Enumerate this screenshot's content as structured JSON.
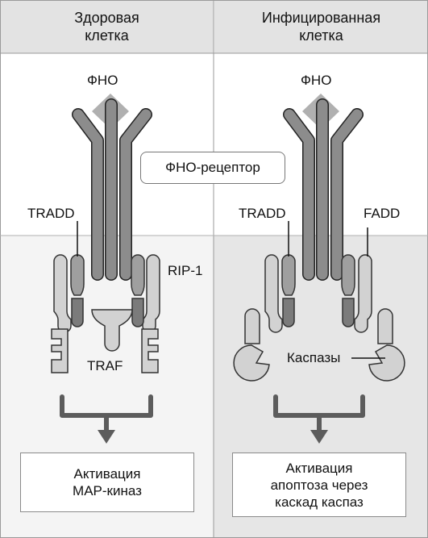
{
  "panels": {
    "healthy": {
      "title": "Здоровая\nклетка",
      "ligand": "ФНО",
      "adaptor": "TRADD",
      "kinase": "RIP-1",
      "factor": "TRAF",
      "result": "Активация\nMAP-киназ"
    },
    "infected": {
      "title": "Инфицированная\nклетка",
      "ligand": "ФНО",
      "adaptor_left": "TRADD",
      "adaptor_right": "FADD",
      "enzymes": "Каспазы",
      "result": "Активация\nапоптоза через\nкаскад каспаз"
    },
    "receptor_label": "ФНО-рецептор"
  },
  "colors": {
    "header_bg": "#e3e3e3",
    "healthy_lower_bg": "#f4f4f4",
    "infected_lower_bg": "#e6e6e6",
    "receptor_dark": "#8c8c8c",
    "tnf_diamond": "#b0b0b0",
    "protein_mid": "#9f9f9f",
    "protein_light": "#d2d2d2",
    "arrow": "#5c5c5c"
  }
}
